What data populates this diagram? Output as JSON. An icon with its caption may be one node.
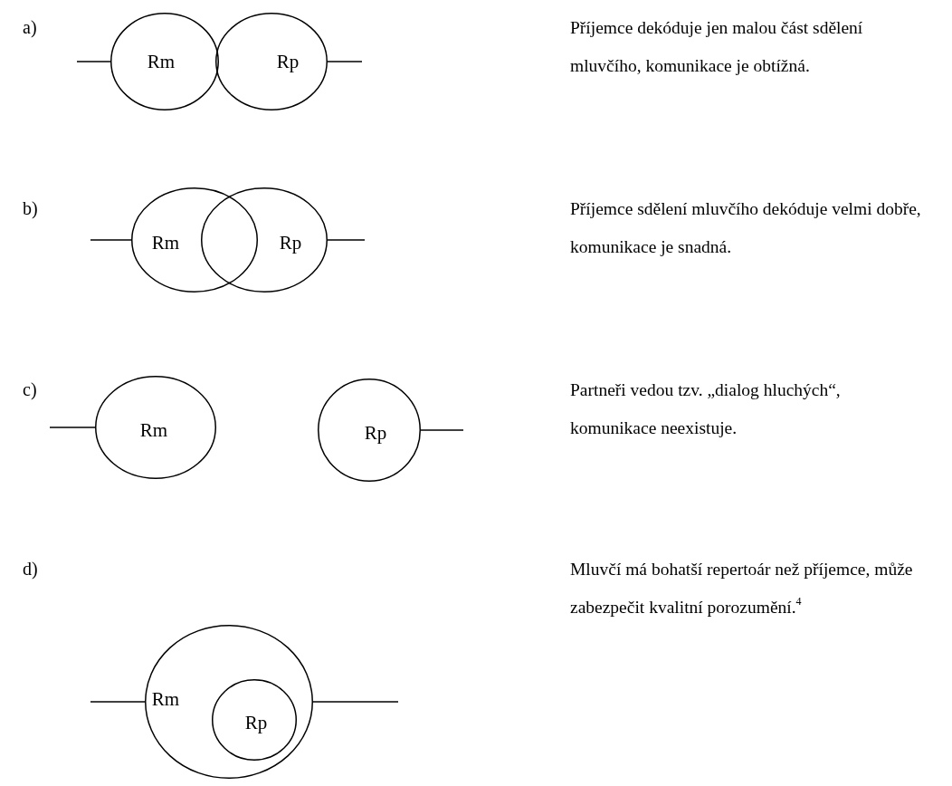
{
  "diagram": {
    "nodes": [
      {
        "text": [
          "Rm"
        ]
      },
      {
        "text": [
          "Rp"
        ]
      },
      {
        "text": [
          "Rm"
        ]
      },
      {
        "text": [
          "Rp"
        ]
      },
      {
        "text": [
          "Rm"
        ]
      },
      {
        "text": [
          "Rp"
        ]
      },
      {
        "text": [
          "Rm"
        ]
      },
      {
        "text": [
          "Rp"
        ],
        "in": 6
      }
    ],
    "edges": [
      {
        "from": null,
        "to": 0,
        "arrow": "none"
      },
      {
        "from": null,
        "to": 1,
        "arrow": "none"
      },
      {
        "from": null,
        "to": 2,
        "arrow": "none"
      },
      {
        "from": null,
        "to": 3,
        "arrow": "none"
      },
      {
        "from": null,
        "to": 4,
        "arrow": "none"
      },
      {
        "from": null,
        "to": 5,
        "arrow": "none"
      },
      {
        "from": null,
        "to": 6,
        "arrow": "none"
      },
      {
        "from": null,
        "to": 6,
        "arrow": "none"
      }
    ],
    "labels": [
      "a)",
      "Příjemce dekóduje jen malou část sdělení mluvčího, komunikace je obtížná.",
      "b)",
      "Příjemce sdělení mluvčího dekóduje velmi dobře, komunikace je snadná.",
      "c)",
      "Partneři vedou tzv. „dialog hluchých“, komunikace neexistuje.",
      "d)",
      "Mluvčí má bohatší repertoár než příjemce, může zabezpečit kvalitní porozumění.$^{4}$"
    ]
  }
}
